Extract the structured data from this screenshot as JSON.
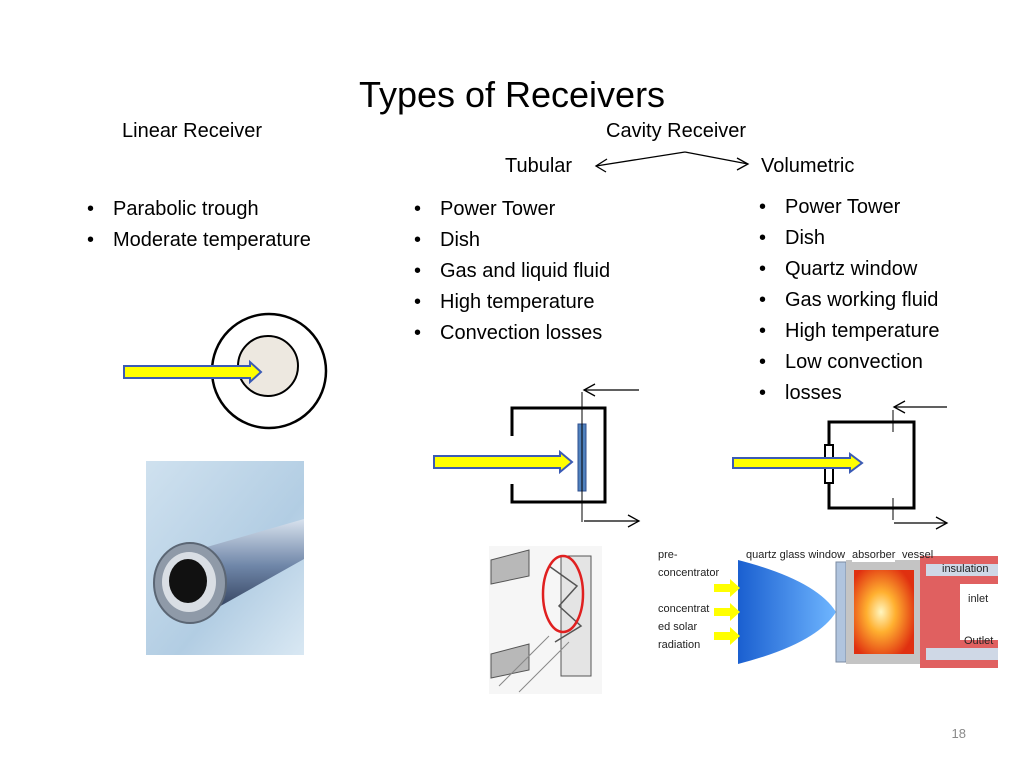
{
  "slide": {
    "title": "Types of Receivers",
    "page_number": "18"
  },
  "headings": {
    "linear": "Linear Receiver",
    "cavity": "Cavity Receiver",
    "tubular": "Tubular",
    "volumetric": "Volumetric"
  },
  "linear_bullets": [
    "Parabolic trough",
    "Moderate temperature"
  ],
  "tubular_bullets": [
    "Power Tower",
    "Dish",
    "Gas and liquid fluid",
    "High temperature",
    "Convection losses"
  ],
  "volumetric_bullets": [
    "Power Tower",
    "Dish",
    "Quartz window",
    "Gas working fluid",
    "High temperature",
    "Low convection",
    "losses"
  ],
  "volumetric_photo_labels": {
    "pre": "pre-",
    "concentrator": "concentrator",
    "quartz": "quartz glass window",
    "absorber": "absorber",
    "vessel": "vessel",
    "insulation": "insulation",
    "inlet": "inlet",
    "concentrat": "concentrat",
    "ed_solar": "ed solar",
    "radiation": "radiation",
    "outlet": "Outlet"
  },
  "colors": {
    "arrow_fill": "#ffff00",
    "arrow_stroke": "#3b5bb5",
    "absorber_plate": "#4f81bd",
    "highlight_circle": "#e02020"
  }
}
